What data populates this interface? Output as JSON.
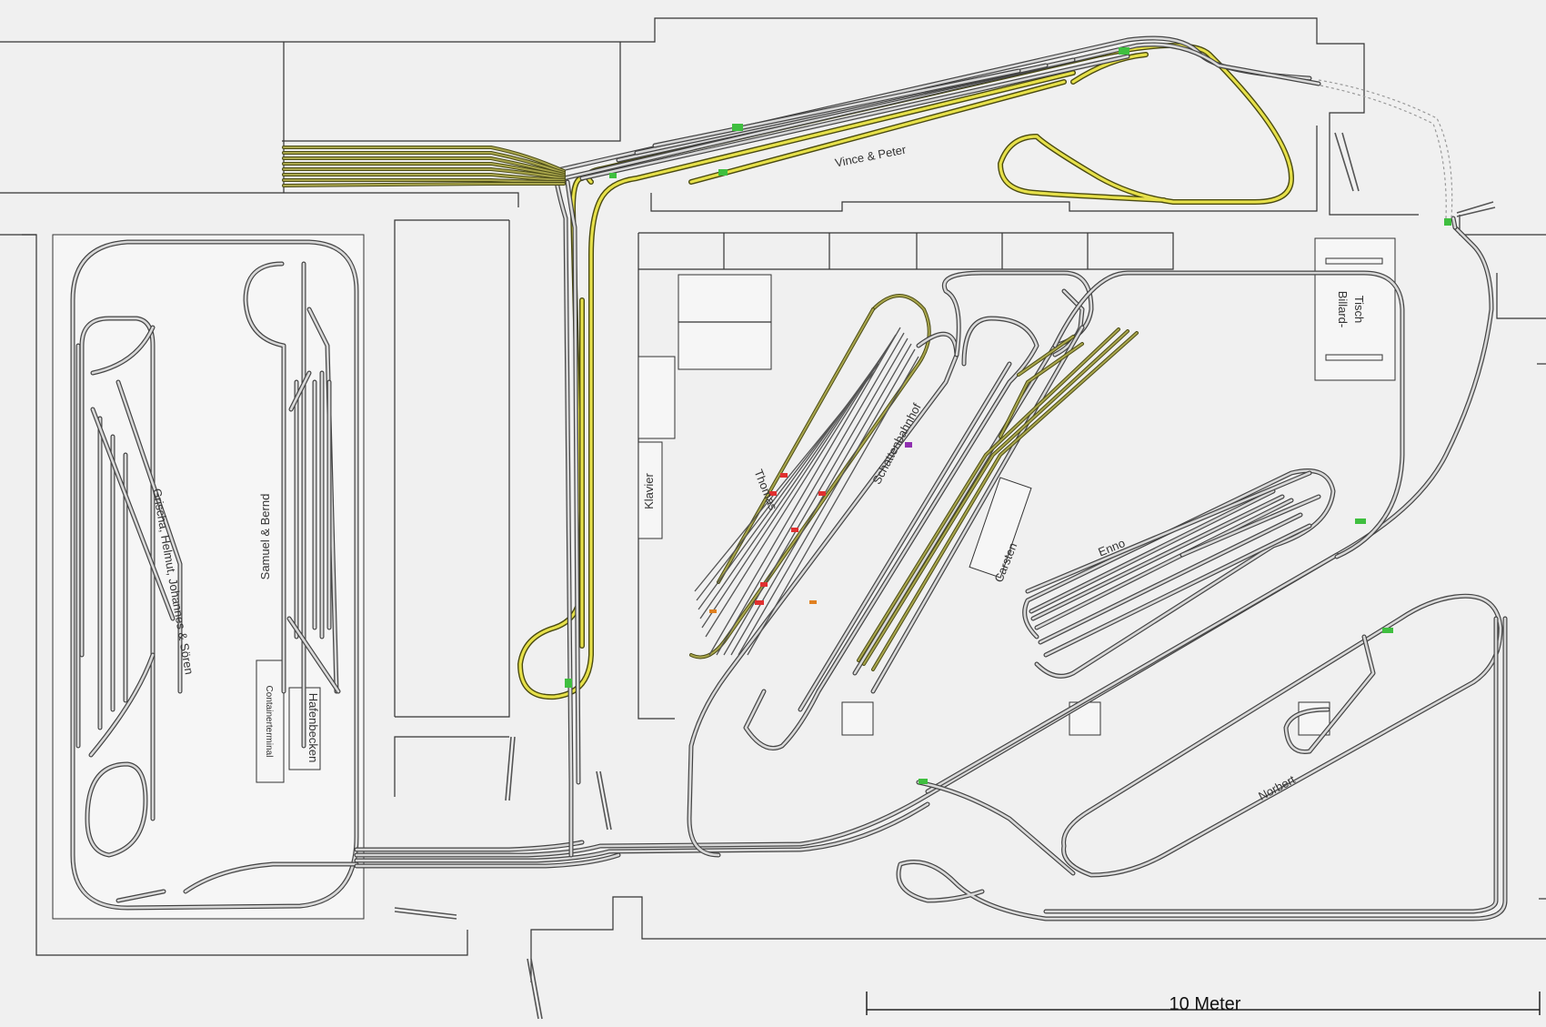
{
  "labels": {
    "vince_peter": "Vince & Peter",
    "grischa": "Grischa, Helmut, Johannes & Sören",
    "samuel_bernd": "Samuel & Bernd",
    "containerterminal": "Containerterminal",
    "hafenbecken": "Hafenbecken",
    "klavier": "Klavier",
    "thomas": "Thomas",
    "schattenbahnhof": "Schattenbahnhof",
    "carsten": "Carsten",
    "enno": "Enno",
    "billard_1": "Billard-",
    "billard_2": "Tisch",
    "norbert": "Norbert"
  },
  "scale": {
    "label": "10 Meter"
  },
  "colors": {
    "track": "#444444",
    "track_fill": "#d8d8d8",
    "yellow_track": "#e6e04a",
    "olive_track": "#a9a64c",
    "green_marker": "#3fbf3f",
    "red_marker": "#e03030",
    "orange_marker": "#e08020",
    "purple_marker": "#9030b0"
  }
}
